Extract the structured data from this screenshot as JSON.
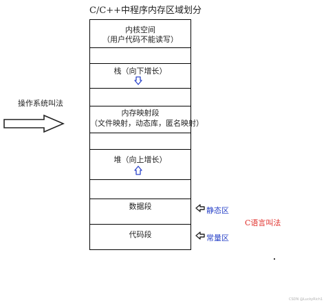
{
  "title": "C/C++中程序内存区域划分",
  "segments": {
    "kernel": {
      "line1": "内核空间",
      "line2": "（用户代码不能读写）"
    },
    "stack": {
      "label": "栈（向下增长）"
    },
    "mmap": {
      "line1": "内存映射段",
      "line2": "（文件映射，动态库，匿名映射）"
    },
    "heap": {
      "label": "堆（向上增长）"
    },
    "data": {
      "label": "数据段"
    },
    "code": {
      "label": "代码段"
    }
  },
  "left_annotation": "操作系统叫法",
  "right_annotations": {
    "static": "静态区",
    "constant": "常量区",
    "c_language": "C语言叫法"
  },
  "icons": {
    "arrow_down": "stack-down-arrow-icon",
    "arrow_up": "heap-up-arrow-icon",
    "arrow_left": "left-pointing-arrow-icon",
    "big_right_arrow": "right-pointing-arrow-icon"
  },
  "colors": {
    "accent_blue": "#2b44c9",
    "accent_red": "#e0302c"
  },
  "watermark": "CSDN @LuckyRich1"
}
